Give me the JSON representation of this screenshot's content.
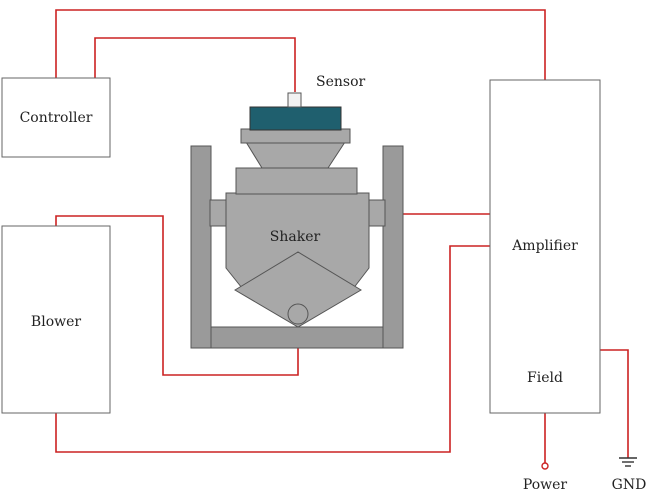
{
  "labels": {
    "controller": "Controller",
    "blower": "Blower",
    "amplifier": "Amplifier",
    "field": "Field",
    "shaker": "Shaker",
    "sensor": "Sensor",
    "power": "Power",
    "gnd": "GND"
  },
  "colors": {
    "wire": "#cc2222",
    "box_stroke": "#666666",
    "shaker_metal": "#a8a8a8",
    "head_top": "#1f5f6e"
  }
}
